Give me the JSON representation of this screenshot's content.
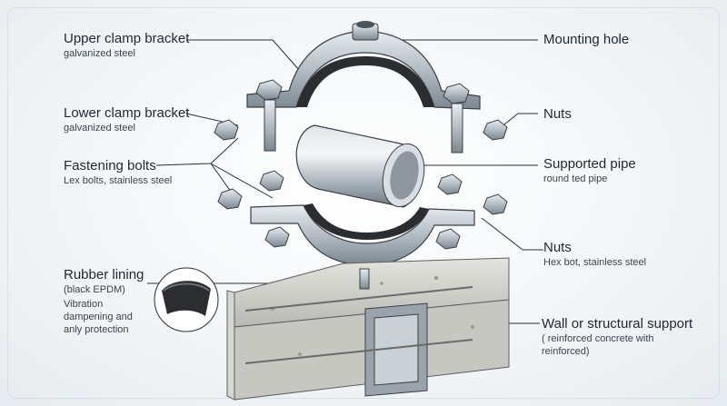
{
  "labels": {
    "upper_clamp": {
      "title": "Upper clamp bracket",
      "sub": "galvanized steel"
    },
    "lower_clamp": {
      "title": "Lower clamp bracket",
      "sub": "galvanized steel"
    },
    "bolts": {
      "title": "Fastening bolts",
      "sub": "Lex bolts, stainless steel"
    },
    "rubber": {
      "title": "Rubber lining",
      "sub": "(black EPDM)",
      "sub2": "Vibration",
      "sub3": "dampening and",
      "sub4": "anly protection"
    },
    "mounting_hole": {
      "title": "Mounting hole"
    },
    "nuts_top": {
      "title": "Nuts"
    },
    "pipe": {
      "title": "Supported pipe",
      "sub": "round ted pipe"
    },
    "nuts_bottom": {
      "title": "Nuts",
      "sub": "Hex bot, stainless steel"
    },
    "support": {
      "title": "Wall or structural support",
      "sub": "( reinforced concrete with",
      "sub2": "reinforced)"
    }
  },
  "colors": {
    "steel": "#b9c2ca",
    "steel_dark": "#7b858e",
    "rubber": "#2b2d30",
    "concrete": "#cfcfca",
    "line": "#2a2f35"
  }
}
